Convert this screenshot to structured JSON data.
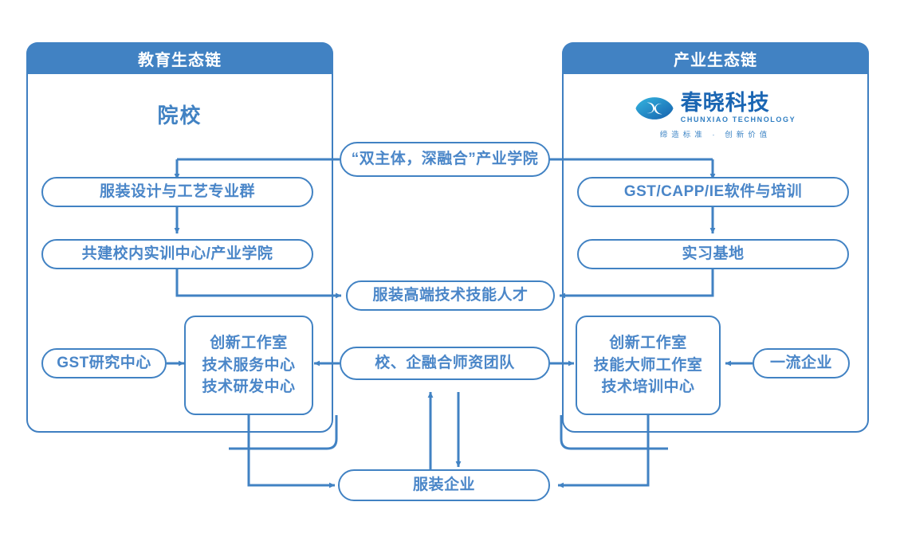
{
  "panels": [
    {
      "id": "education",
      "header": "教育生态链",
      "title": "院校"
    },
    {
      "id": "industry",
      "header": "产业生态链",
      "title": ""
    }
  ],
  "logo": {
    "name_cn": "春晓科技",
    "name_en": "CHUNXIAO TECHNOLOGY",
    "tagline": "缔造标准 · 创新价值",
    "mark_icon": "chunxiao-eye-logo-icon"
  },
  "nodes": {
    "industry_college": {
      "label": "“双主体，深融合”产业学院"
    },
    "edu_major_group": {
      "label": "服装设计与工艺专业群"
    },
    "edu_training_center": {
      "label": "共建校内实训中心/产业学院"
    },
    "ind_software": {
      "label": "GST/CAPP/IE软件与培训"
    },
    "ind_practice_base": {
      "label": "实习基地"
    },
    "talent": {
      "label": "服装高端技术技能人才"
    },
    "gst_research": {
      "label": "GST研究中心"
    },
    "edu_studio": {
      "lines": [
        "创新工作室",
        "技术服务中心",
        "技术研发中心"
      ]
    },
    "faculty_team": {
      "label": "校、企融合师资团队"
    },
    "ind_studio": {
      "lines": [
        "创新工作室",
        "技能大师工作室",
        "技术培训中心"
      ]
    },
    "top_enterprise": {
      "label": "一流企业"
    },
    "garment_enterprise": {
      "label": "服装企业"
    }
  },
  "colors": {
    "header_fill": "#4182c3",
    "border": "#4182c3",
    "text_blue": "#4a86c8",
    "logo_blue": "#1b66b3",
    "white": "#ffffff"
  }
}
